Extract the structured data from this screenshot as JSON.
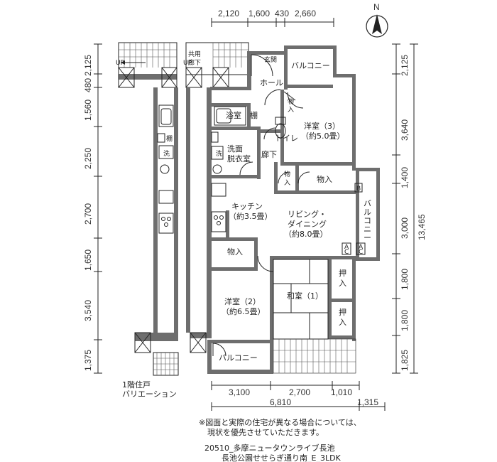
{
  "north": "N",
  "dimensions": {
    "top": [
      "2,120",
      "1,600",
      "430",
      "2,660"
    ],
    "bottom_row1": [
      "3,100",
      "2,700",
      "1,010"
    ],
    "bottom_total": "6,810",
    "bottom_extra": "1,315",
    "left": [
      "2,125",
      "480",
      "1,560",
      "2,250",
      "2,700",
      "1,650",
      "3,540",
      "1,375"
    ],
    "right_inner": [
      "2,125",
      "3,640",
      "1,400",
      "3,000",
      "1,800",
      "1,800",
      "1,825"
    ],
    "right_total": "13,465"
  },
  "rooms": {
    "corridor": [
      "共用",
      "廊下"
    ],
    "up": "UP",
    "entrance": "玄関",
    "balcony_top": "バルコニー",
    "hall": "ホール",
    "bath": "浴室",
    "shelf1": "棚",
    "shelf2": "棚",
    "storage_top": [
      "物",
      "入"
    ],
    "toilet": "トイレ",
    "western3": [
      "洋室（3）",
      "（約5.0畳）"
    ],
    "wash_left": "洗",
    "wash": "洗",
    "laundry": [
      "洗面",
      "脱衣室"
    ],
    "hallway": "廊下",
    "storage_mid_small": [
      "物",
      "入"
    ],
    "storage_mid": "物入",
    "kitchen": [
      "キッチン",
      "（約3.5畳）"
    ],
    "living": [
      "リビング・",
      "ダイニング",
      "（約8.0畳）"
    ],
    "balcony_right": [
      "バ",
      "ル",
      "コ",
      "ニ",
      "ー"
    ],
    "b_mark": "B",
    "ac": [
      "A",
      "C"
    ],
    "storage_low": "物入",
    "western2": [
      "洋室（2）",
      "（約6.5畳）"
    ],
    "washitsu": "和室（1）",
    "oshi1": [
      "押",
      "入"
    ],
    "oshi2": [
      "押",
      "入"
    ],
    "balcony_bottom": "バルコニー"
  },
  "variation": [
    "1階住戸",
    "バリエーション"
  ],
  "notes": [
    "※図面と実際の住宅が異なる場合については、",
    "現状を優先させていただきます。"
  ],
  "property": [
    "20510_多摩ニュータウンライブ長池",
    "長池公園せせらぎ通り南_E_3LDK"
  ]
}
